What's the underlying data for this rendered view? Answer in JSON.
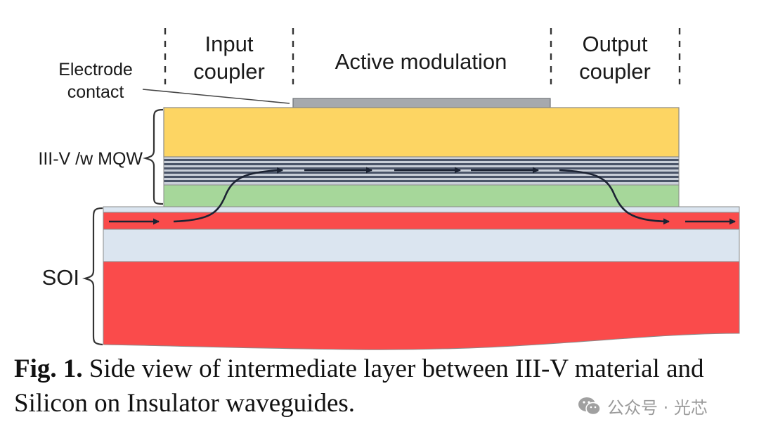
{
  "labels": {
    "input_coupler_line1": "Input",
    "input_coupler_line2": "coupler",
    "active_modulation": "Active modulation",
    "output_coupler_line1": "Output",
    "output_coupler_line2": "coupler",
    "electrode_line1": "Electrode",
    "electrode_line2": "contact",
    "iiiv": "III-V /w MQW",
    "soi": "SOI"
  },
  "caption": {
    "prefix": "Fig. 1.",
    "text": " Side view of intermediate layer between III-V material and Silicon on Insulator waveguides."
  },
  "watermark": {
    "icon": "wechat-icon",
    "text": "公众号 · 光芯"
  },
  "colors": {
    "electrode": "#a6a9ad",
    "iii_v_top": "#fdd563",
    "mqw_dark": "#4a5468",
    "mqw_light": "#c9cfd8",
    "green_layer": "#a6d79a",
    "si_red": "#fa4b4b",
    "oxide": "#dbe5f0",
    "arrow": "#1c2333"
  }
}
